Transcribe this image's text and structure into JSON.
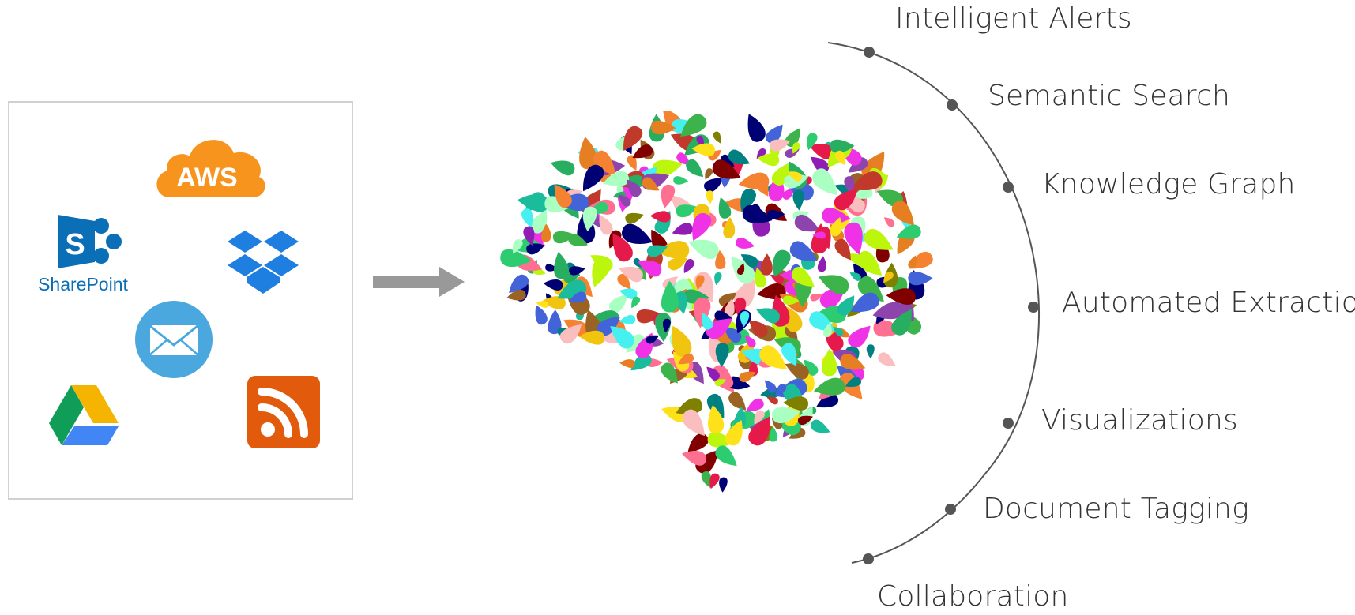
{
  "sources": {
    "aws_label": "AWS",
    "sharepoint_label": "SharePoint",
    "sharepoint_letter": "S",
    "icons": [
      "aws-cloud-icon",
      "sharepoint-icon",
      "dropbox-icon",
      "email-icon",
      "google-drive-icon",
      "rss-icon"
    ]
  },
  "colors": {
    "aws_orange": "#f7941d",
    "sharepoint_blue": "#0a6fb7",
    "dropbox_blue": "#1e7fe0",
    "email_blue": "#4aa8df",
    "rss_orange": "#e25a0c",
    "arrow_gray": "#999999",
    "arc_gray": "#555555"
  },
  "features": [
    "Intelligent Alerts",
    "Semantic Search",
    "Knowledge Graph",
    "Automated Extraction",
    "Visualizations",
    "Document Tagging",
    "Collaboration"
  ]
}
